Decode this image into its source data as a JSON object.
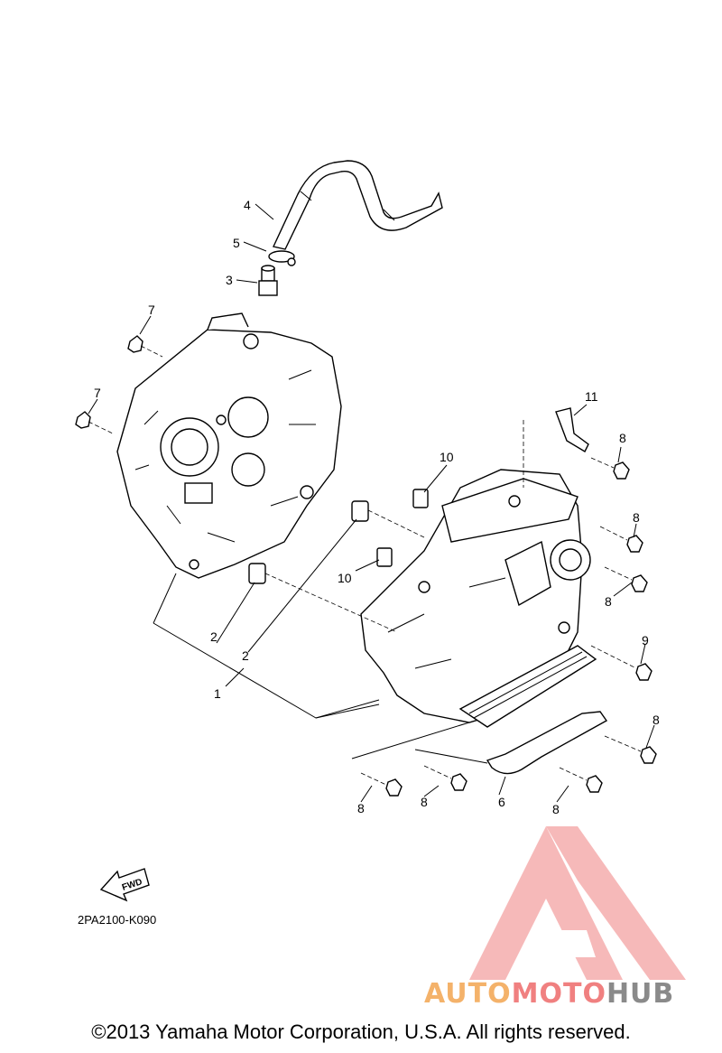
{
  "labels": {
    "l1": "1",
    "l2a": "2",
    "l2b": "2",
    "l3": "3",
    "l4": "4",
    "l5": "5",
    "l6": "6",
    "l7a": "7",
    "l7b": "7",
    "l8a": "8",
    "l8b": "8",
    "l8c": "8",
    "l8d": "8",
    "l8e": "8",
    "l8f": "8",
    "l8g": "8",
    "l9": "9",
    "l10a": "10",
    "l10b": "10",
    "l11": "11"
  },
  "fwd_label": "FWD",
  "diagram_code": "2PA2100-K090",
  "copyright": "©2013 Yamaha Motor Corporation, U.S.A. All rights reserved.",
  "watermark": {
    "brand_part1": "AUTO",
    "brand_part2": "MOTO",
    "brand_part3": "HUB",
    "color_orange": "#f4b26a",
    "color_red": "#f08080",
    "color_gray": "#8a8a8a"
  }
}
